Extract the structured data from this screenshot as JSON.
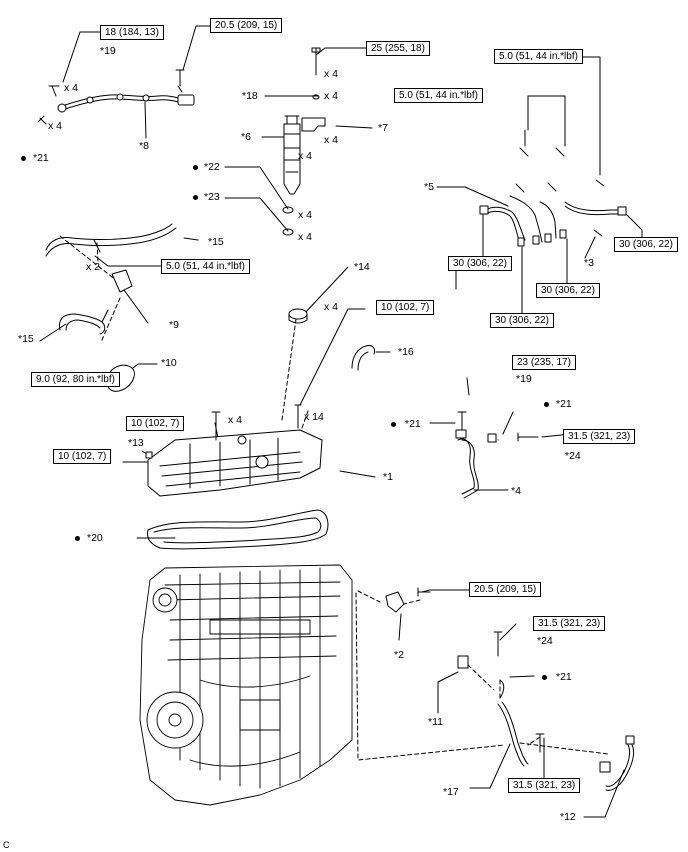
{
  "torque_specs": [
    "18 (184, 13)",
    "20.5 (209, 15)",
    "25 (255, 18)",
    "5.0 (51, 44 in.*lbf)",
    "5.0 (51, 44 in.*lbf)",
    "5.0 (51, 44 in.*lbf)",
    "30 (306, 22)",
    "30 (306, 22)",
    "30 (306, 22)",
    "30 (306, 22)",
    "10 (102, 7)",
    "9.0 (92, 80 in.*lbf)",
    "10 (102, 7)",
    "10 (102, 7)",
    "23 (235, 17)",
    "31.5 (321, 23)",
    "20.5 (209, 15)",
    "31.5 (321, 23)",
    "31.5 (321, 23)"
  ],
  "part_labels": {
    "p1": "*1",
    "p2": "*2",
    "p3": "*3",
    "p4": "*4",
    "p5": "*5",
    "p6": "*6",
    "p7": "*7",
    "p8": "*8",
    "p9": "*9",
    "p10": "*10",
    "p11": "*11",
    "p12": "*12",
    "p13": "*13",
    "p14": "*14",
    "p15a": "*15",
    "p15b": "*15",
    "p16": "*16",
    "p17": "*17",
    "p18": "*18",
    "p19a": "*19",
    "p19b": "*19",
    "p20": "*20",
    "p21a": "*21",
    "p21b": "*21",
    "p21c": "*21",
    "p21d": "*21",
    "p22": "*22",
    "p23": "*23",
    "p24a": "*24",
    "p24b": "*24"
  },
  "quantities": {
    "q1": "x 4",
    "q2": "x 4",
    "q3": "x 4",
    "q4": "x 4",
    "q5": "x 4",
    "q6": "x 4",
    "q7": "x 4",
    "q8": "x 4",
    "q9": "x 4",
    "q10": "x 2",
    "q11": "x 4",
    "q12": "x 14"
  },
  "figure_code": "C",
  "marker_color": "#000000"
}
